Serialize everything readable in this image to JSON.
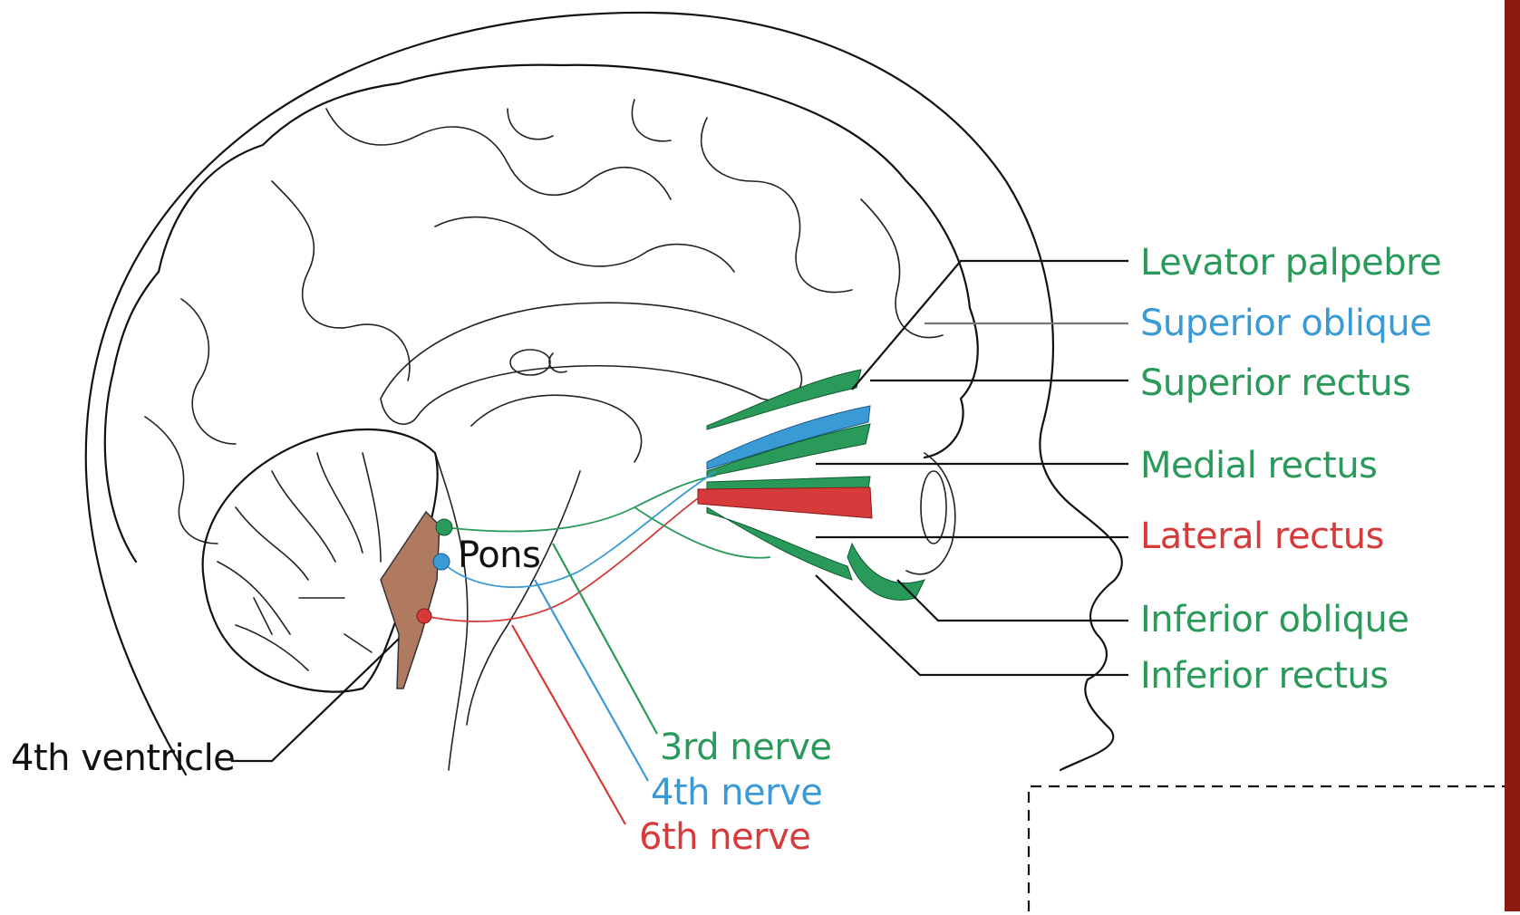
{
  "colors": {
    "green": "#2a9a5a",
    "blue": "#3a9ad6",
    "red": "#d63a3a",
    "dark": "#111111",
    "ventricle": "#b07a60",
    "side_bar": "#8b1a10"
  },
  "muscle_labels": [
    {
      "key": "levator",
      "text": "Levator palpebre",
      "color": "#2a9a5a"
    },
    {
      "key": "sup_oblique",
      "text": "Superior oblique",
      "color": "#3a9ad6"
    },
    {
      "key": "sup_rectus",
      "text": "Superior rectus",
      "color": "#2a9a5a"
    },
    {
      "key": "med_rectus",
      "text": "Medial rectus",
      "color": "#2a9a5a"
    },
    {
      "key": "lat_rectus",
      "text": "Lateral rectus",
      "color": "#d63a3a"
    },
    {
      "key": "inf_oblique",
      "text": "Inferior oblique",
      "color": "#2a9a5a"
    },
    {
      "key": "inf_rectus",
      "text": "Inferior rectus",
      "color": "#2a9a5a"
    }
  ],
  "nerve_labels": [
    {
      "key": "n3",
      "text": "3rd nerve",
      "color": "#2a9a5a"
    },
    {
      "key": "n4",
      "text": "4th nerve",
      "color": "#3a9ad6"
    },
    {
      "key": "n6",
      "text": "6th nerve",
      "color": "#d63a3a"
    }
  ],
  "structure_labels": {
    "pons": "Pons",
    "fourth_ventricle": "4th ventricle"
  }
}
